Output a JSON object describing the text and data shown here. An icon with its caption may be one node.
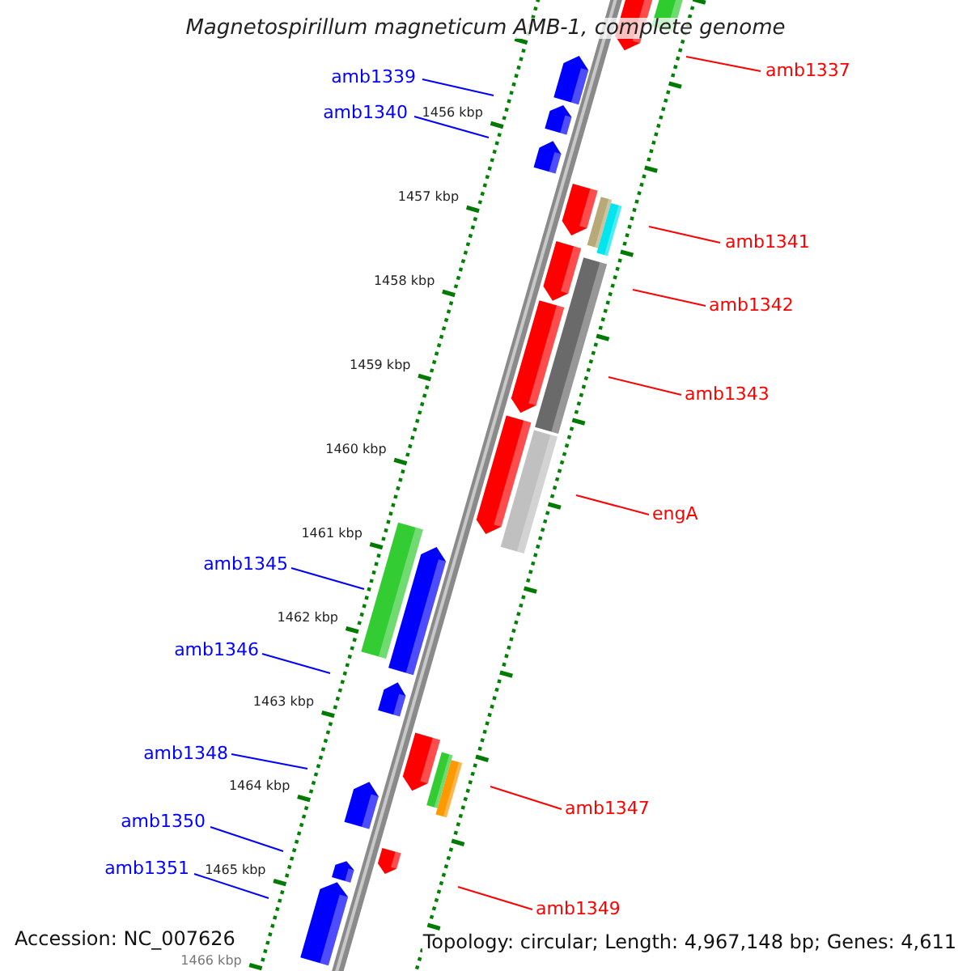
{
  "diagram": {
    "title": "Magnetospirillum magneticum AMB-1, complete genome",
    "nodes": [
      {
        "text": [
          "amb1337"
        ]
      },
      {
        "text": [
          "amb1339"
        ]
      },
      {
        "text": [
          "amb1340"
        ]
      },
      {
        "text": [
          "amb1341"
        ]
      },
      {
        "text": [
          "amb1342"
        ]
      },
      {
        "text": [
          "amb1343"
        ]
      },
      {
        "text": [
          "engA"
        ]
      },
      {
        "text": [
          "amb1345"
        ]
      },
      {
        "text": [
          "amb1346"
        ]
      },
      {
        "text": [
          "amb1348"
        ]
      },
      {
        "text": [
          "amb1347"
        ]
      },
      {
        "text": [
          "amb1350"
        ]
      },
      {
        "text": [
          "amb1351"
        ]
      },
      {
        "text": [
          "amb1349"
        ]
      }
    ],
    "edges": [
      {
        "from": 0,
        "to": null,
        "arrow": "none",
        "color": "#ff0000"
      },
      {
        "from": 1,
        "to": null,
        "arrow": "none",
        "color": "#0000ff"
      },
      {
        "from": 2,
        "to": null,
        "arrow": "none",
        "color": "#0000ff"
      },
      {
        "from": 3,
        "to": null,
        "arrow": "none",
        "color": "#ff0000"
      },
      {
        "from": 4,
        "to": null,
        "arrow": "none",
        "color": "#ff0000"
      },
      {
        "from": 5,
        "to": null,
        "arrow": "none",
        "color": "#ff0000"
      },
      {
        "from": 6,
        "to": null,
        "arrow": "none",
        "color": "#ff0000"
      },
      {
        "from": 7,
        "to": null,
        "arrow": "none",
        "color": "#0000ff"
      },
      {
        "from": 8,
        "to": null,
        "arrow": "none",
        "color": "#0000ff"
      },
      {
        "from": 9,
        "to": null,
        "arrow": "none",
        "color": "#0000ff"
      },
      {
        "from": 10,
        "to": null,
        "arrow": "none",
        "color": "#ff0000"
      },
      {
        "from": 11,
        "to": null,
        "arrow": "none",
        "color": "#0000ff"
      },
      {
        "from": 12,
        "to": null,
        "arrow": "none",
        "color": "#0000ff"
      },
      {
        "from": 13,
        "to": null,
        "arrow": "none",
        "color": "#ff0000"
      }
    ],
    "labels": [
      "1456 kbp",
      "1457 kbp",
      "1458 kbp",
      "1459 kbp",
      "1460 kbp",
      "1461 kbp",
      "1462 kbp",
      "1463 kbp",
      "1464 kbp",
      "1465 kbp",
      "1466 kbp",
      "Accession: NC_007626",
      "Topology: circular; Length: 4,967,148 bp; Genes: 4,611"
    ]
  }
}
